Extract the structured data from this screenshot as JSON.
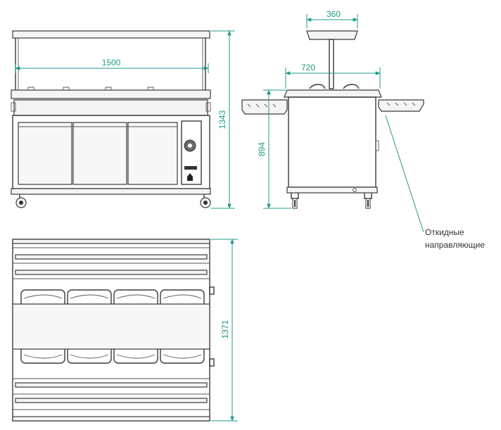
{
  "dimensions": {
    "width_front": "1500",
    "height_total": "1343",
    "gantry_width": "360",
    "depth_top": "720",
    "height_counter": "894",
    "depth_plan": "1371"
  },
  "note": {
    "line1": "Откидные",
    "line2": "направляющие"
  },
  "colors": {
    "dimension": "#1f9a8a",
    "outline": "#3a3a3a"
  }
}
